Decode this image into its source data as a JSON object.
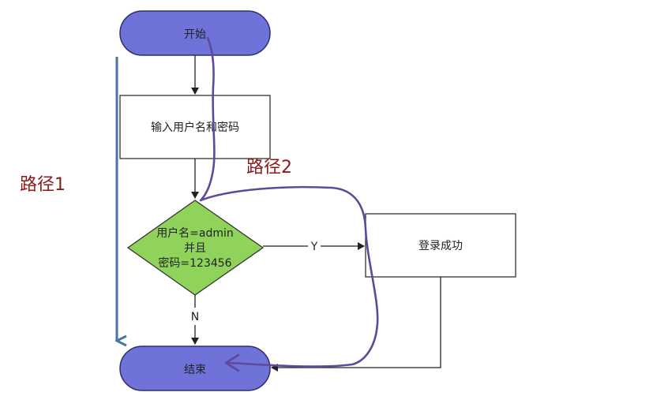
{
  "nodes": {
    "start": "开始",
    "input": "输入用户名和密码",
    "decision_line1": "用户名=admin",
    "decision_line2": "并且",
    "decision_line3": "密码=123456",
    "success": "登录成功",
    "end": "结束"
  },
  "edge_labels": {
    "yes": "Y",
    "no": "N"
  },
  "annotations": {
    "path1": "路径1",
    "path2": "路径2"
  },
  "colors": {
    "terminal_fill": "#6f73d9",
    "decision_fill": "#8fd35a",
    "path1_line": "#4a74a8",
    "path2_line": "#5f4a9a",
    "annotation_text": "#8b1a1a"
  }
}
